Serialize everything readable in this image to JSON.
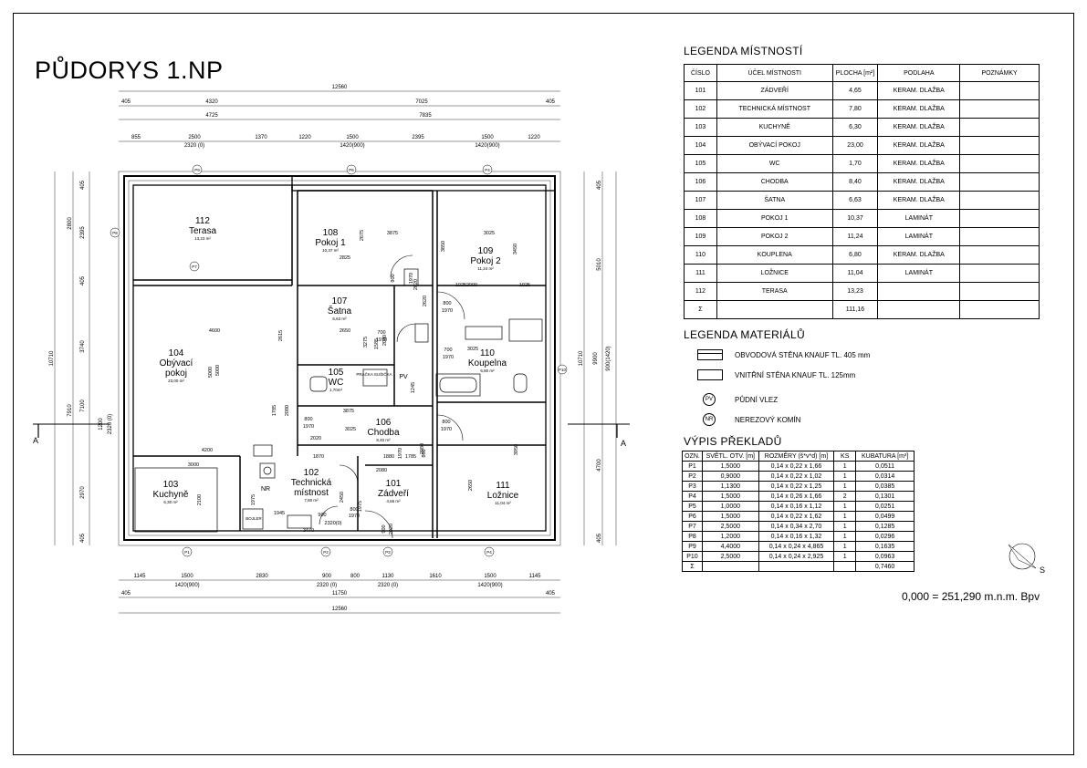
{
  "title": "PŮDORYS 1.NP",
  "rooms_legend": {
    "heading": "LEGENDA MÍSTNOSTÍ",
    "columns": [
      "ČÍSLO",
      "ÚČEL MÍSTNOSTI",
      "PLOCHA [m²]",
      "PODLAHA",
      "POZNÁMKY"
    ],
    "rows": [
      [
        "101",
        "ZÁDVEŘÍ",
        "4,65",
        "KERAM. DLAŽBA",
        ""
      ],
      [
        "102",
        "TECHNICKÁ MÍSTNOST",
        "7,80",
        "KERAM. DLAŽBA",
        ""
      ],
      [
        "103",
        "KUCHYNĚ",
        "6,30",
        "KERAM. DLAŽBA",
        ""
      ],
      [
        "104",
        "OBÝVACÍ POKOJ",
        "23,00",
        "KERAM. DLAŽBA",
        ""
      ],
      [
        "105",
        "WC",
        "1,70",
        "KERAM. DLAŽBA",
        ""
      ],
      [
        "106",
        "CHODBA",
        "8,40",
        "KERAM. DLAŽBA",
        ""
      ],
      [
        "107",
        "ŠATNA",
        "6,63",
        "KERAM. DLAŽBA",
        ""
      ],
      [
        "108",
        "POKOJ 1",
        "10,37",
        "LAMINÁT",
        ""
      ],
      [
        "109",
        "POKOJ 2",
        "11,24",
        "LAMINÁT",
        ""
      ],
      [
        "110",
        "KOUPLENA",
        "6,80",
        "KERAM. DLAŽBA",
        ""
      ],
      [
        "111",
        "LOŽNICE",
        "11,04",
        "LAMINÁT",
        ""
      ],
      [
        "112",
        "TERASA",
        "13,23",
        "",
        ""
      ],
      [
        "Σ",
        "",
        "111,16",
        "",
        ""
      ]
    ]
  },
  "materials_legend": {
    "heading": "LEGENDA MATERIÁLŮ",
    "items": [
      "OBVODOVÁ STĚNA KNAUF TL. 405 mm",
      "VNITŘNÍ STĚNA KNAUF TL. 125mm"
    ],
    "symbols": [
      {
        "code": "PV",
        "label": "PŮDNÍ VLEZ"
      },
      {
        "code": "NR",
        "label": "NEREZOVÝ KOMÍN"
      }
    ]
  },
  "openings": {
    "heading": "VÝPIS PŘEKLADŮ",
    "columns": [
      "OZN.",
      "SVĚTL. OTV. [m]",
      "ROZMĚRY (š*v*d) [m]",
      "KS",
      "KUBATURA [m³]"
    ],
    "rows": [
      [
        "P1",
        "1,5000",
        "0,14 x 0,22 x 1,66",
        "1",
        "0,0511"
      ],
      [
        "P2",
        "0,9000",
        "0,14 x 0,22 x 1,02",
        "1",
        "0,0314"
      ],
      [
        "P3",
        "1,1300",
        "0,14 x 0,22 x 1,25",
        "1",
        "0,0385"
      ],
      [
        "P4",
        "1,5000",
        "0,14 x 0,26 x 1,66",
        "2",
        "0,1301"
      ],
      [
        "P5",
        "1,0000",
        "0,14 x 0,16 x 1,12",
        "1",
        "0,0251"
      ],
      [
        "P6",
        "1,5000",
        "0,14 x 0,22 x 1,62",
        "1",
        "0,0499"
      ],
      [
        "P7",
        "2,5000",
        "0,14 x 0,34 x 2,70",
        "1",
        "0,1285"
      ],
      [
        "P8",
        "1,2000",
        "0,14 x 0,16 x 1,32",
        "1",
        "0,0296"
      ],
      [
        "P9",
        "4,4000",
        "0,14 x 0,24 x 4,865",
        "1",
        "0,1635"
      ],
      [
        "P10",
        "2,5000",
        "0,14 x 0,24 x 2,925",
        "1",
        "0,0963"
      ],
      [
        "Σ",
        "",
        "",
        "",
        "0,7460"
      ]
    ]
  },
  "level_note": "0,000 = 251,290 m.n.m. Bpv",
  "north": "S",
  "section_label": "A",
  "plan": {
    "rooms": [
      {
        "num": "112",
        "name": "Terasa",
        "area": "13,23 m²"
      },
      {
        "num": "108",
        "name": "Pokoj 1",
        "area": "10,37 m²"
      },
      {
        "num": "109",
        "name": "Pokoj 2",
        "area": "11,24 m²"
      },
      {
        "num": "107",
        "name": "Šatna",
        "area": "6,63 m²"
      },
      {
        "num": "104",
        "name": "Obývací pokoj",
        "area": "23,00 m²"
      },
      {
        "num": "105",
        "name": "WC",
        "area": "1,70m²"
      },
      {
        "num": "110",
        "name": "Koupelna",
        "area": "6,80 m²"
      },
      {
        "num": "106",
        "name": "Chodba",
        "area": "8,40 m²"
      },
      {
        "num": "103",
        "name": "Kuchyně",
        "area": "6,30 m²"
      },
      {
        "num": "102",
        "name": "Technická místnost",
        "area": "7,80 m²"
      },
      {
        "num": "101",
        "name": "Zádveří",
        "area": "4,65 m²"
      },
      {
        "num": "111",
        "name": "Ložnice",
        "area": "11,04 m²"
      }
    ],
    "dims_top_1": [
      "12560"
    ],
    "dims_top_2": [
      "405",
      "4320",
      "7025",
      "405"
    ],
    "dims_top_3": [
      "4725",
      "7835"
    ],
    "dims_top_4": [
      "855",
      "2500",
      "1370",
      "1220",
      "1500",
      "2395",
      "1500",
      "1220"
    ],
    "dims_top_4_sub": [
      "2320 (0)",
      "1420(900)",
      "1420(900)"
    ],
    "dims_bot_1": [
      "1145",
      "1500",
      "2830",
      "900",
      "800",
      "1130",
      "1610",
      "1500",
      "1145"
    ],
    "dims_bot_1_sub": [
      "1420(900)",
      "2320 (0)",
      "2320 (0)",
      "1420(900)"
    ],
    "dims_bot_2": [
      "405",
      "11750",
      "405"
    ],
    "dims_bot_3": [
      "12560"
    ],
    "dims_left": [
      "10710",
      "7910",
      "2800",
      "405",
      "2395",
      "405",
      "3740",
      "7100",
      "1200",
      "2320 (0)",
      "2970",
      "405"
    ],
    "dims_right": [
      "405",
      "5010",
      "10710",
      "9900",
      "900(1420)",
      "4700",
      "405"
    ],
    "tags": [
      "P9",
      "P6",
      "P4",
      "P8",
      "P7",
      "P10",
      "P1",
      "P2",
      "P3",
      "P4"
    ],
    "inner_dims": [
      "3875",
      "3025",
      "2825",
      "2675",
      "3850",
      "3450",
      "2000",
      "1025",
      "4600",
      "5000",
      "2615",
      "2650",
      "3275",
      "1585",
      "2080",
      "3025",
      "1785",
      "2080",
      "3875",
      "3025",
      "2020",
      "4200",
      "3000",
      "2100",
      "1870",
      "1785",
      "2080",
      "1880",
      "1975",
      "3470",
      "1945",
      "900",
      "2320(0)",
      "1975",
      "2450",
      "2650",
      "3950",
      "1025",
      "5000",
      "2020",
      "1245",
      "2080",
      "2620"
    ],
    "door_labels": [
      "800",
      "1970",
      "700",
      "1970",
      "700",
      "1970",
      "800",
      "1970",
      "800",
      "1970",
      "900",
      "1970",
      "800",
      "1970",
      "800",
      "1970",
      "900",
      "2020"
    ],
    "misc": [
      "PV",
      "NR",
      "BOJLER",
      "PRAČKA SUŠIČKA"
    ]
  }
}
